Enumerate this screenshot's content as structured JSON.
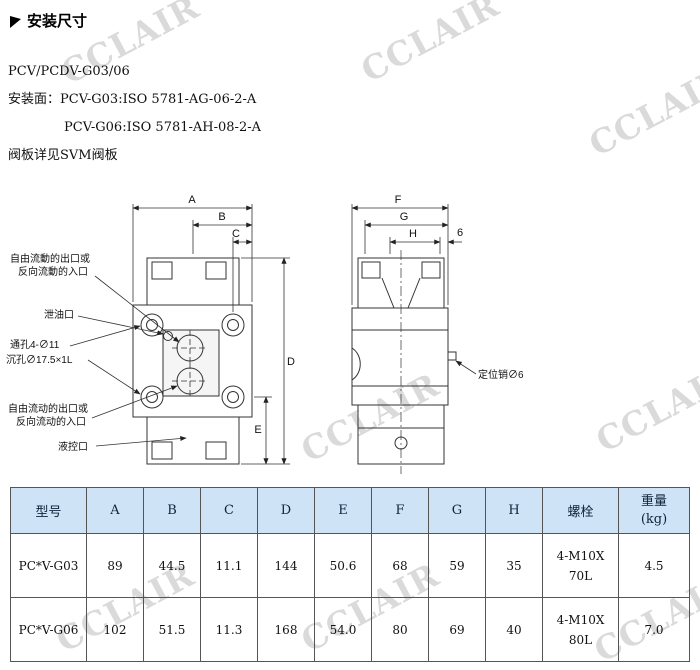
{
  "watermark": {
    "text": "CCLAIR",
    "color": "#dadada"
  },
  "header": {
    "title": "安装尺寸"
  },
  "intro": {
    "model": "PCV/PCDV-G03/06",
    "mount_line1": "安装面：PCV-G03:ISO 5781-AG-06-2-A",
    "mount_line2": "PCV-G06:ISO 5781-AH-08-2-A",
    "plate_note": "阀板详见SVM阀板"
  },
  "drawing": {
    "dims": {
      "A": "A",
      "B": "B",
      "C": "C",
      "D": "D",
      "E": "E",
      "F": "F",
      "G": "G",
      "H": "H",
      "pin_offset": "6"
    },
    "labels": {
      "top_port_line1": "自由流動的出口或",
      "top_port_line2": "反向流動的入口",
      "drain_port": "泄油口",
      "through_hole": "通孔4-∅11",
      "counterbore": "沉孔∅17.5×1L",
      "bottom_port_line1": "自由流动的出口或",
      "bottom_port_line2": "反向流动的入口",
      "pilot_port": "液控口",
      "locating_pin": "定位销∅6"
    }
  },
  "table": {
    "headers": [
      "型号",
      "A",
      "B",
      "C",
      "D",
      "E",
      "F",
      "G",
      "H",
      "螺栓",
      "重量"
    ],
    "weight_unit": "(kg)",
    "rows": [
      [
        "PC*V-G03",
        "89",
        "44.5",
        "11.1",
        "144",
        "50.6",
        "68",
        "59",
        "35",
        "4-M10X\n70L",
        "4.5"
      ],
      [
        "PC*V-G06",
        "102",
        "51.5",
        "11.3",
        "168",
        "54.0",
        "80",
        "69",
        "40",
        "4-M10X\n80L",
        "7.0"
      ]
    ]
  }
}
